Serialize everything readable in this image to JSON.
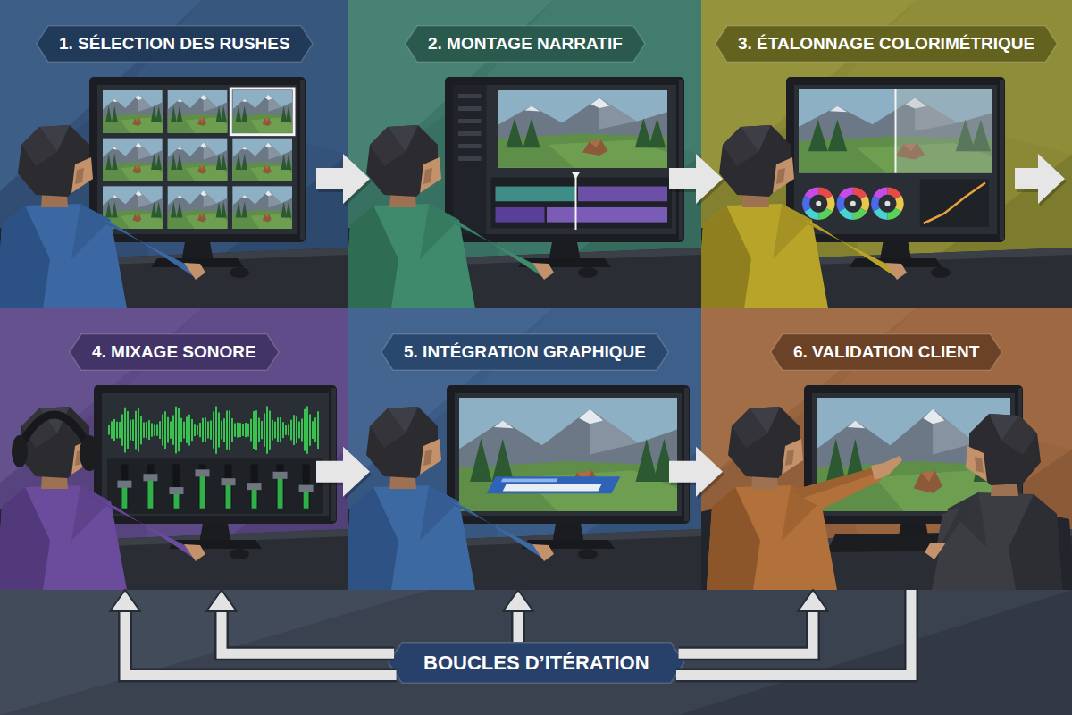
{
  "diagram": {
    "nodes": [
      {
        "text": [
          "1. SÉLECTION DES RUSHES"
        ]
      },
      {
        "text": [
          "2. MONTAGE NARRATIF"
        ]
      },
      {
        "text": [
          "3. ÉTALONNAGE COLORIMÉTRIQUE"
        ]
      },
      {
        "text": [
          "4. MIXAGE SONORE"
        ]
      },
      {
        "text": [
          "5. INTÉGRATION GRAPHIQUE"
        ]
      },
      {
        "text": [
          "6. VALIDATION CLIENT"
        ]
      },
      {
        "text": [
          "BOUCLES D’ITÉRATION"
        ]
      }
    ],
    "edges": [
      {
        "from": 0,
        "to": 1,
        "arrow": "to"
      },
      {
        "from": 1,
        "to": 2,
        "arrow": "to"
      },
      {
        "from": 3,
        "to": 4,
        "arrow": "to"
      },
      {
        "from": 4,
        "to": 5,
        "arrow": "to"
      },
      {
        "from": 6,
        "to": 3,
        "arrow": "to"
      },
      {
        "from": 6,
        "to": 3,
        "arrow": "to"
      },
      {
        "from": 6,
        "to": 4,
        "arrow": "to"
      },
      {
        "from": 6,
        "to": 5,
        "arrow": "to"
      },
      {
        "from": 5,
        "to": 6,
        "arrow": "none"
      }
    ]
  }
}
